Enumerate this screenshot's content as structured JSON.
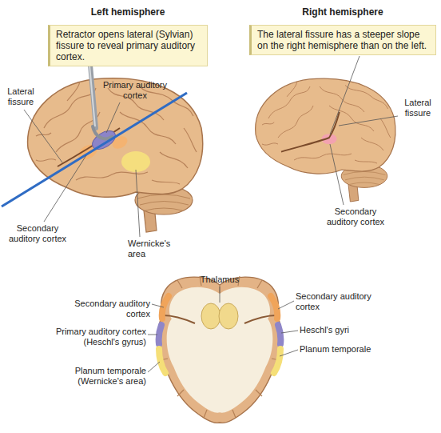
{
  "diagram": {
    "nodes": [
      {
        "text": [
          "Left hemisphere",
          "Retractor opens lateral (Sylvian) fissure to reveal primary auditory cortex."
        ]
      },
      {
        "text": [
          "Right hemisphere",
          "The lateral fissure has a steeper slope on the right hemisphere than on the left."
        ]
      }
    ],
    "labels": [
      "Lateral fissure",
      "Primary auditory cortex",
      "Secondary auditory cortex",
      "Wernicke's area",
      "Lateral fissure",
      "Secondary auditory cortex",
      "Thalamus",
      "Secondary auditory cortex",
      "Primary auditory cortex (Heschl's gyrus)",
      "Planum temporale (Wernicke's area)",
      "Secondary auditory cortex",
      "Heschl's gyri",
      "Planum temporale"
    ]
  }
}
